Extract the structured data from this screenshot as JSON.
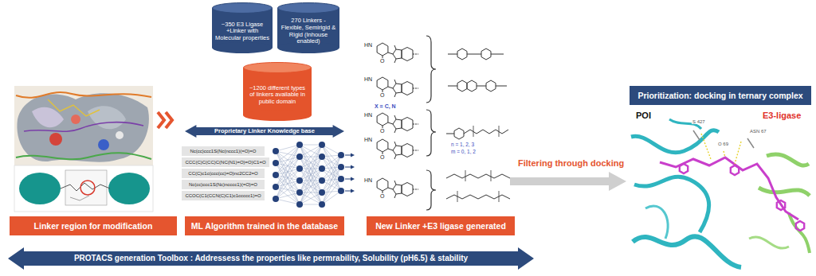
{
  "diagram": {
    "nodes": [
      {
        "text": [
          "~350 E3 Ligase +Linker with Molecular properties"
        ]
      },
      {
        "text": [
          "270 Linkers - Flexible, Semirigid & Rigid (Inhouse enabled)"
        ]
      },
      {
        "text": [
          "~1200 different types of linkers available in public domain"
        ]
      },
      {
        "text": [
          "Proprietary Linker Knowledge base"
        ]
      },
      {
        "text": [
          "Nc(cc)ccc1S(Nc(nccc1)(=O)=O"
        ]
      },
      {
        "text": [
          "CCC(C)C(CC)C(NC(N1)=O)=O)C1=O"
        ]
      },
      {
        "text": [
          "CC(C)c1c(ccc(cc)=O)nc2CC2=O"
        ]
      },
      {
        "text": [
          "Nc(cc)ccc1S(Nc)ncccc1)(=O)=O"
        ]
      },
      {
        "text": [
          "CCOC(C1(CCN(C)C1)c1ccccc1)=O"
        ]
      },
      {
        "text": [
          "Linker region for modification"
        ]
      },
      {
        "text": [
          "ML Algorithm trained in the database"
        ]
      },
      {
        "text": [
          "New Linker +E3 ligase generated"
        ]
      },
      {
        "text": [
          "Prioritization: docking in ternary complex"
        ]
      },
      {
        "text": [
          "PROTACS generation Toolbox : Addressess the properties like permrability, Solubility (pH6.5) & stability"
        ]
      }
    ],
    "labels": [
      "HN",
      "O",
      "HN",
      "O",
      "X = C, N",
      "HN",
      "O",
      "HN",
      "O",
      "n = 1, 2, 3",
      "m = 0, 1, 2",
      "HN",
      "O",
      "Filtering through docking",
      "POI",
      "S 427",
      "ASN 67",
      "O 69",
      "E3-ligase"
    ]
  }
}
